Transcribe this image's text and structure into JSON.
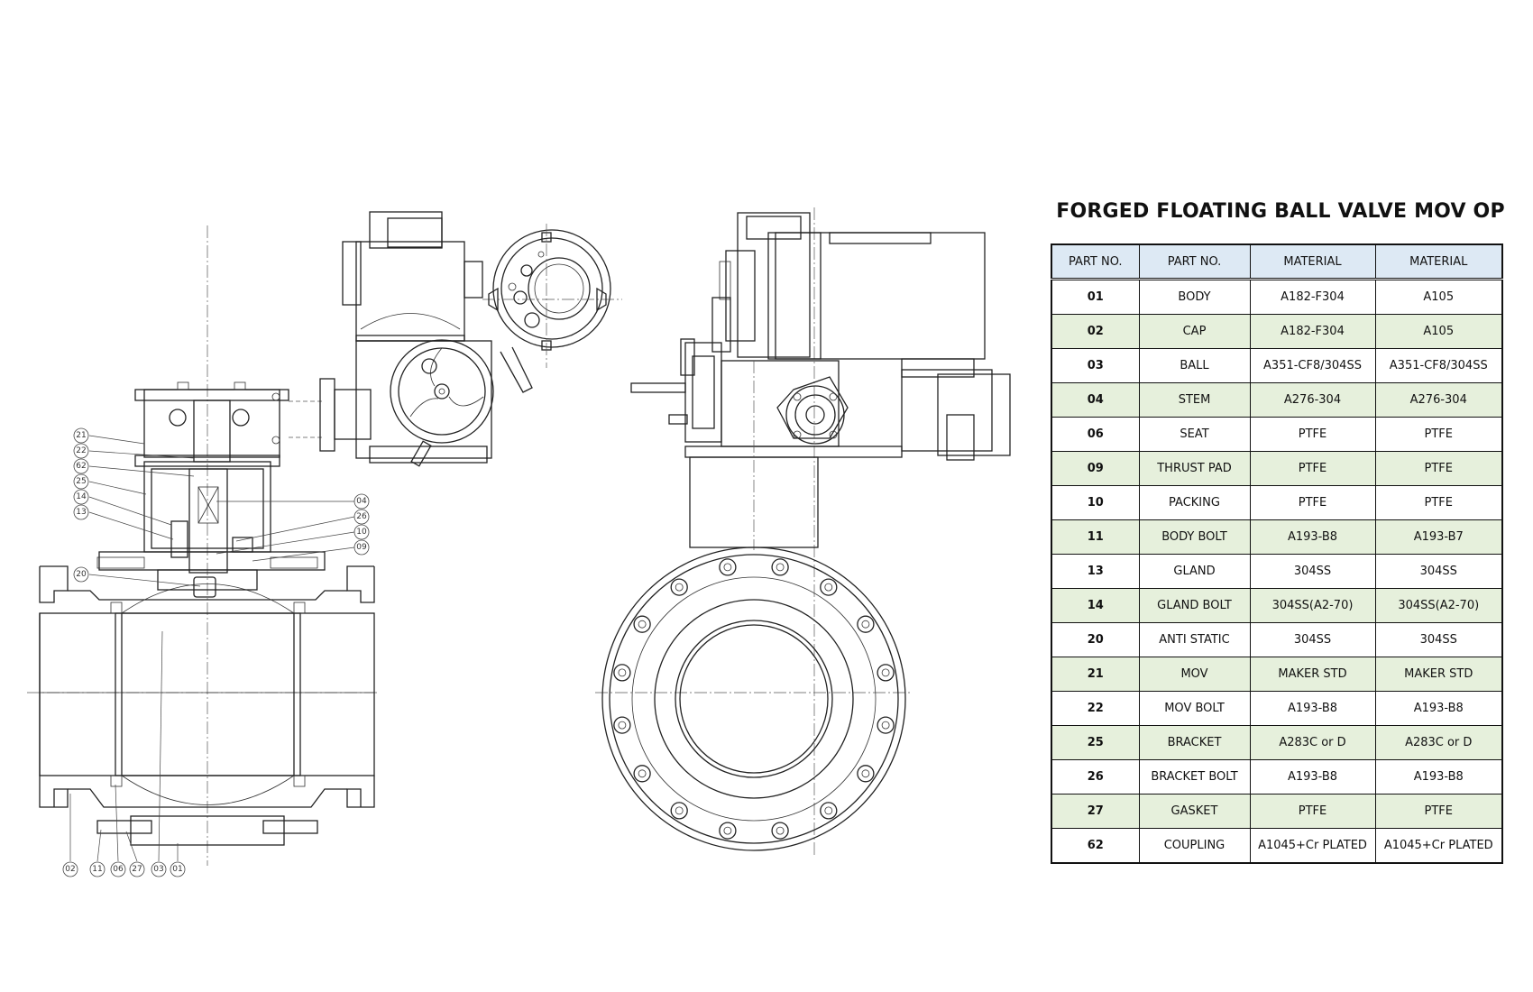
{
  "title": "FORGED FLOATING BALL VALVE MOV OP",
  "table": {
    "headers": [
      "PART NO.",
      "PART NO.",
      "MATERIAL",
      "MATERIAL"
    ],
    "rows": [
      [
        "01",
        "BODY",
        "A182-F304",
        "A105"
      ],
      [
        "02",
        "CAP",
        "A182-F304",
        "A105"
      ],
      [
        "03",
        "BALL",
        "A351-CF8/304SS",
        "A351-CF8/304SS"
      ],
      [
        "04",
        "STEM",
        "A276-304",
        "A276-304"
      ],
      [
        "06",
        "SEAT",
        "PTFE",
        "PTFE"
      ],
      [
        "09",
        "THRUST PAD",
        "PTFE",
        "PTFE"
      ],
      [
        "10",
        "PACKING",
        "PTFE",
        "PTFE"
      ],
      [
        "11",
        "BODY BOLT",
        "A193-B8",
        "A193-B7"
      ],
      [
        "13",
        "GLAND",
        "304SS",
        "304SS"
      ],
      [
        "14",
        "GLAND BOLT",
        "304SS(A2-70)",
        "304SS(A2-70)"
      ],
      [
        "20",
        "ANTI STATIC",
        "304SS",
        "304SS"
      ],
      [
        "21",
        "MOV",
        "MAKER STD",
        "MAKER STD"
      ],
      [
        "22",
        "MOV  BOLT",
        "A193-B8",
        "A193-B8"
      ],
      [
        "25",
        "BRACKET",
        "A283C or D",
        "A283C or D"
      ],
      [
        "26",
        "BRACKET  BOLT",
        "A193-B8",
        "A193-B8"
      ],
      [
        "27",
        "GASKET",
        "PTFE",
        "PTFE"
      ],
      [
        "62",
        "COUPLING",
        "A1045+Cr PLATED",
        "A1045+Cr PLATED"
      ]
    ]
  },
  "callouts": {
    "left_side": [
      "21",
      "22",
      "62",
      "25",
      "14",
      "13",
      "20"
    ],
    "right_side": [
      "04",
      "26",
      "10",
      "09"
    ],
    "bottom": [
      "02",
      "11",
      "06",
      "27",
      "03",
      "01"
    ]
  }
}
